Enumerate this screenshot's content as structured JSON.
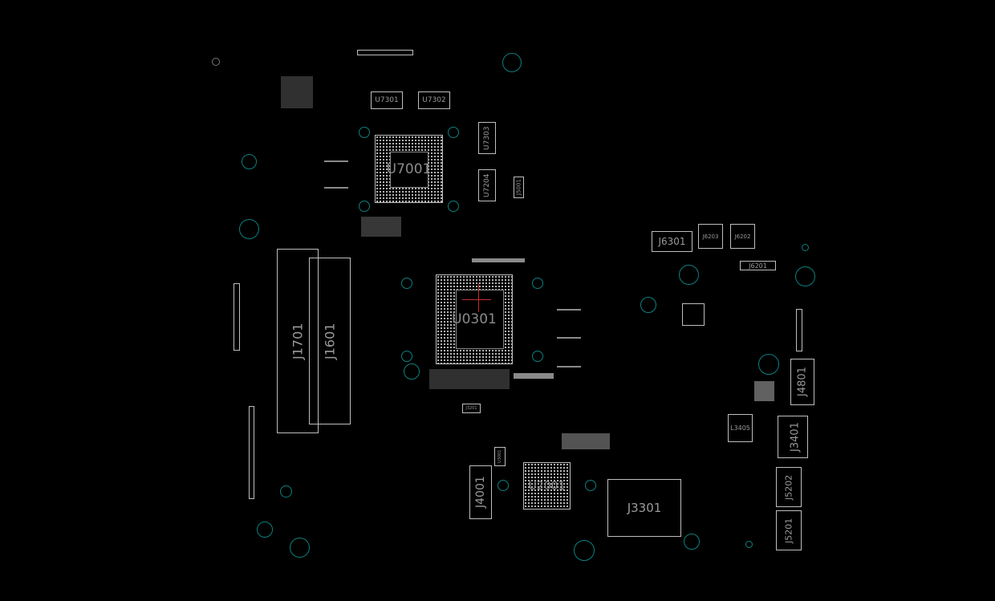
{
  "colors": {
    "background": "#000000",
    "outline": "#bdbdbd",
    "hole": "#0d7f7f",
    "marker": "#c03030"
  },
  "components": {
    "u7301": "U7301",
    "u7302": "U7302",
    "u7303": "U7303",
    "u7204": "U7204",
    "j5001": "J5001",
    "u7001": "U7001",
    "u0301": "U0301",
    "j1701": "J1701",
    "j1601": "J1601",
    "j6301": "J6301",
    "j6203": "J6203",
    "j6202": "J6202",
    "j6201": "J6201",
    "j4801": "J4801",
    "l3405": "L3405",
    "j3401": "J3401",
    "j5202": "J5202",
    "j5201": "J5201",
    "j3301": "J3301",
    "u2001": "U2001",
    "j4001": "J4001",
    "j3201": "J3201",
    "u3001": "U3001"
  }
}
